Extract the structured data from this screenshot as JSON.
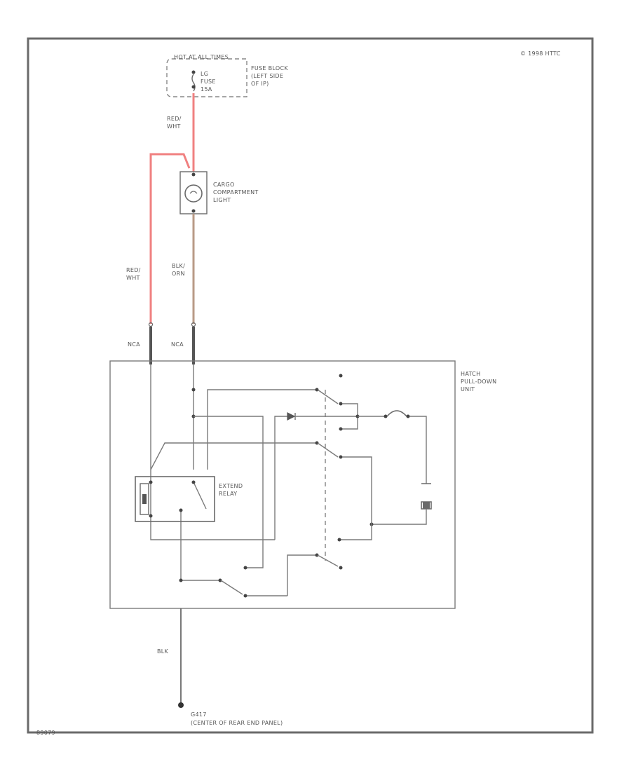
{
  "diagram": {
    "copyright": "© 1998 HTTC",
    "figure_id": "89079",
    "colors": {
      "red_wire": "#f08080",
      "brown_wire": "#b89a86",
      "line": "#6a6a6a",
      "text": "#555555"
    },
    "fuse_panel": {
      "title": "HOT AT ALL TIMES",
      "fuse_label_1": "LG",
      "fuse_label_2": "FUSE",
      "fuse_label_3": "15A",
      "block_label_1": "FUSE BLOCK",
      "block_label_2": "(LEFT SIDE",
      "block_label_3": "OF IP)"
    },
    "wire_top": {
      "color": "RED/",
      "color2": "WHT"
    },
    "lamp": {
      "label_1": "CARGO",
      "label_2": "COMPARTMENT",
      "label_3": "LIGHT"
    },
    "wire_left": {
      "color": "RED/",
      "color2": "WHT"
    },
    "wire_right": {
      "color": "BLK/",
      "color2": "ORN"
    },
    "connector_left": "NCA",
    "connector_right": "NCA",
    "unit": {
      "label_1": "HATCH",
      "label_2": "PULL-DOWN",
      "label_3": "UNIT"
    },
    "relay": {
      "label_1": "EXTEND",
      "label_2": "RELAY"
    },
    "ground_wire": "BLK",
    "ground": {
      "label_1": "G417",
      "label_2": "(CENTER OF REAR END PANEL)"
    }
  }
}
